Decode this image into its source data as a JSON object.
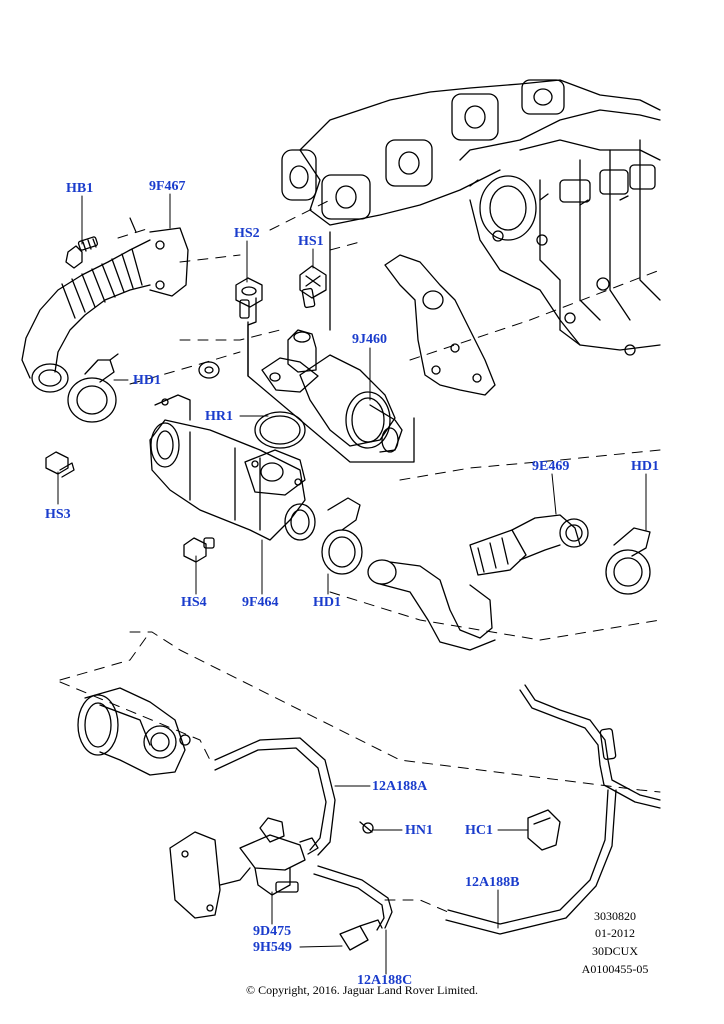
{
  "callouts": {
    "hb1": "HB1",
    "f467": "9F467",
    "hs2": "HS2",
    "hs1": "HS1",
    "j460": "9J460",
    "hd1_a": "HD1",
    "hr1": "HR1",
    "hs3": "HS3",
    "e469": "9E469",
    "hd1_b": "HD1",
    "hs4": "HS4",
    "f464": "9F464",
    "hd1_c": "HD1",
    "a188a": "12A188A",
    "hn1": "HN1",
    "hc1": "HC1",
    "a188b": "12A188B",
    "d475": "9D475",
    "h549": "9H549",
    "a188c": "12A188C"
  },
  "meta": {
    "ref": "3030820",
    "date": "01-2012",
    "code": "30DCUX",
    "id": "A0100455-05"
  },
  "copyright": "© Copyright, 2016. Jaguar Land Rover Limited.",
  "colors": {
    "callout": "#1a3ccc",
    "line": "#000000"
  }
}
